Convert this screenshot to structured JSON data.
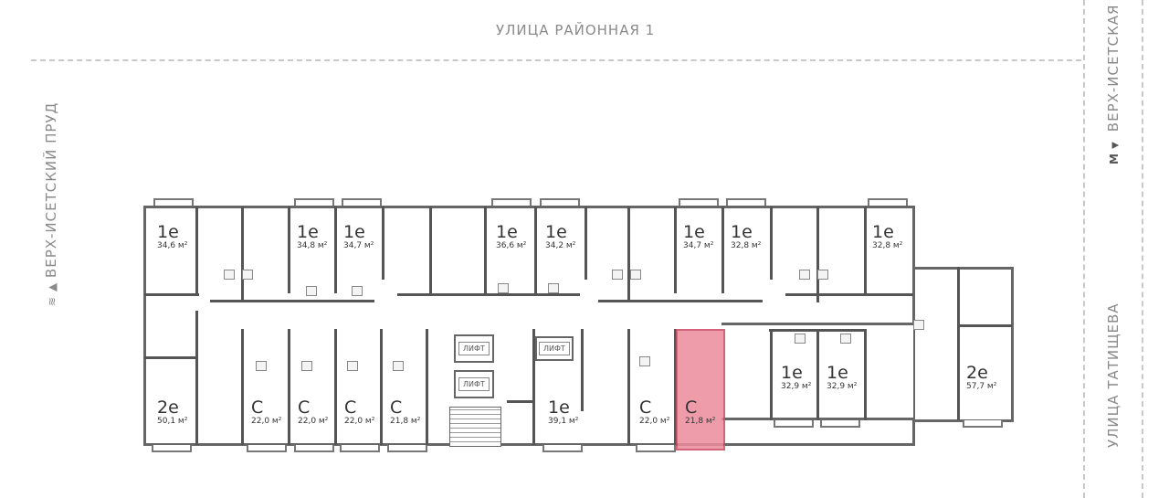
{
  "streets": {
    "top": "УЛИЦА РАЙОННАЯ 1",
    "left": "ВЕРХ-ИСЕТСКИЙ ПРУД",
    "right_top": "ВЕРХ-ИСЕТСКАЯ",
    "right_top_metro": "М",
    "right_bottom": "УЛИЦА ТАТИЩЕВА"
  },
  "lift_label": "ЛИФТ",
  "highlight_color": "#ec8b9c",
  "apartments": [
    {
      "type": "1е",
      "area": "34,6 м²"
    },
    {
      "type": "1е",
      "area": "34,8 м²"
    },
    {
      "type": "1е",
      "area": "34,7 м²"
    },
    {
      "type": "1е",
      "area": "36,6 м²"
    },
    {
      "type": "1е",
      "area": "34,2 м²"
    },
    {
      "type": "1е",
      "area": "34,7 м²"
    },
    {
      "type": "1е",
      "area": "32,8 м²"
    },
    {
      "type": "1е",
      "area": "32,8 м²"
    },
    {
      "type": "2е",
      "area": "50,1 м²"
    },
    {
      "type": "С",
      "area": "22,0 м²"
    },
    {
      "type": "С",
      "area": "22,0 м²"
    },
    {
      "type": "С",
      "area": "22,0 м²"
    },
    {
      "type": "С",
      "area": "21,8 м²"
    },
    {
      "type": "1е",
      "area": "39,1 м²"
    },
    {
      "type": "С",
      "area": "22,0 м²"
    },
    {
      "type": "С",
      "area": "21,8 м²",
      "selected": true
    },
    {
      "type": "1е",
      "area": "32,9 м²"
    },
    {
      "type": "1е",
      "area": "32,9 м²"
    },
    {
      "type": "2е",
      "area": "57,7 м²"
    }
  ]
}
